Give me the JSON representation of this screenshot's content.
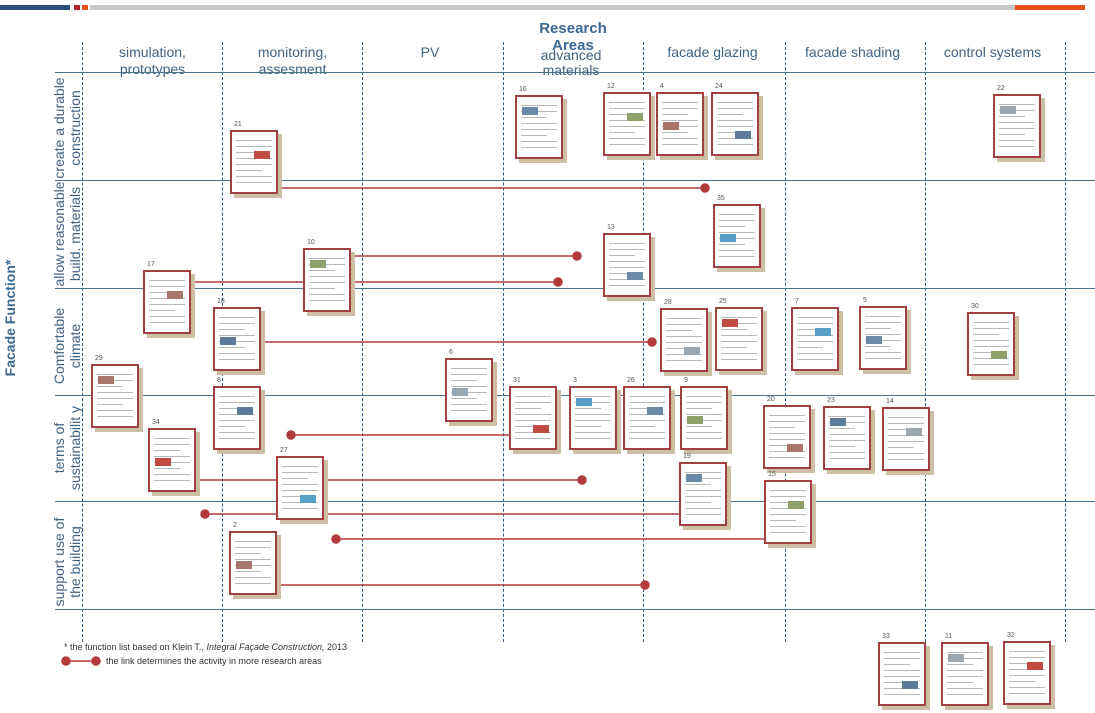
{
  "colors": {
    "accent_orange": "#e8531d",
    "dark_red": "#b0222a",
    "navy": "#2a4f7c",
    "grey_bar": "#c8c8c8",
    "link": "#b23a3a",
    "line": "#4a7494"
  },
  "header": {
    "title": "Research Areas"
  },
  "columns": [
    {
      "key": "sim",
      "label": "simulation, prototypes"
    },
    {
      "key": "mon",
      "label": "monitoring, assesment"
    },
    {
      "key": "pv",
      "label": "PV"
    },
    {
      "key": "adv",
      "label": "advanced materials"
    },
    {
      "key": "glz",
      "label": "facade glazing"
    },
    {
      "key": "shd",
      "label": "facade shading"
    },
    {
      "key": "ctl",
      "label": "control systems"
    }
  ],
  "y_axis": {
    "title": "Facade Function*"
  },
  "rows": [
    {
      "label": "create a durable construction"
    },
    {
      "label": "allow reasonable build. materials"
    },
    {
      "label": "Comfortable climate"
    },
    {
      "label": "terms of sustainabilit y"
    },
    {
      "label": "support use of the building"
    }
  ],
  "documents": [
    "16",
    "12",
    "4",
    "24",
    "22",
    "21",
    "35",
    "13",
    "10",
    "17",
    "18",
    "28",
    "25",
    "7",
    "5",
    "30",
    "29",
    "8",
    "6",
    "31",
    "3",
    "26",
    "9",
    "20",
    "23",
    "14",
    "34",
    "27",
    "19",
    "15",
    "2",
    "33",
    "11",
    "32"
  ],
  "footnote": {
    "prefix": "* the function list based on Klein T., ",
    "title_italic": "Integral Façade Construction,",
    "suffix": " 2013",
    "legend": "the link determines the activity in more research areas"
  }
}
